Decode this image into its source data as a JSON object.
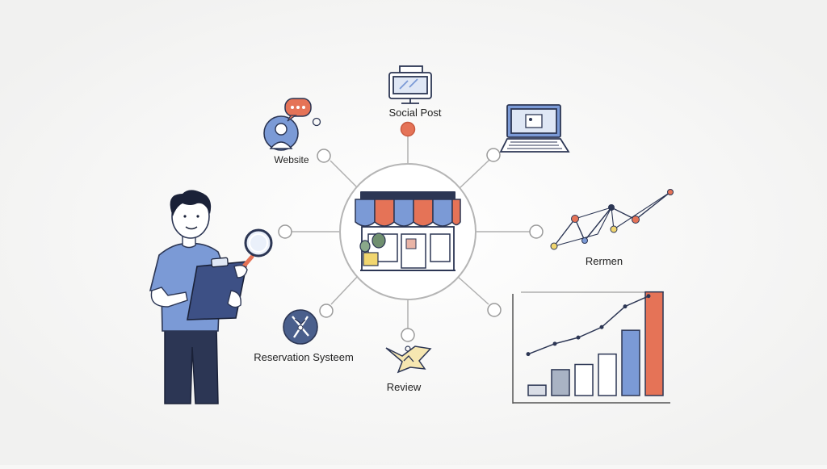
{
  "hub": {
    "label": ""
  },
  "nodes": [
    {
      "id": "website",
      "label": "Website"
    },
    {
      "id": "social-post",
      "label": "Social Post"
    },
    {
      "id": "laptop",
      "label": ""
    },
    {
      "id": "rermen",
      "label": "Rermen"
    },
    {
      "id": "chart",
      "label": ""
    },
    {
      "id": "review",
      "label": "Review"
    },
    {
      "id": "reservation",
      "label": "Reservation Systeem"
    }
  ],
  "chart_data": {
    "type": "bar",
    "title": "",
    "xlabel": "",
    "ylabel": "",
    "categories": [
      "",
      "",
      "",
      "",
      "",
      ""
    ],
    "series": [
      {
        "values": [
          1,
          2.5,
          3,
          4,
          6.3,
          10
        ]
      }
    ],
    "trend": [
      4,
      5,
      5.6,
      6.6,
      8.6,
      9.6
    ],
    "ylim": [
      0,
      11
    ],
    "grid": false
  },
  "colors": {
    "navy": "#2c3654",
    "blue": "#7b9ad6",
    "orange": "#e57357",
    "gray": "#a9b3c4",
    "line": "#aaaaaa",
    "yellow": "#f1d66f"
  },
  "icons": [
    "store-icon",
    "chat-bubble-icon",
    "user-icon",
    "monitor-icon",
    "laptop-icon",
    "magnifier-icon",
    "clipboard-icon",
    "star-icon",
    "compass-icon"
  ]
}
